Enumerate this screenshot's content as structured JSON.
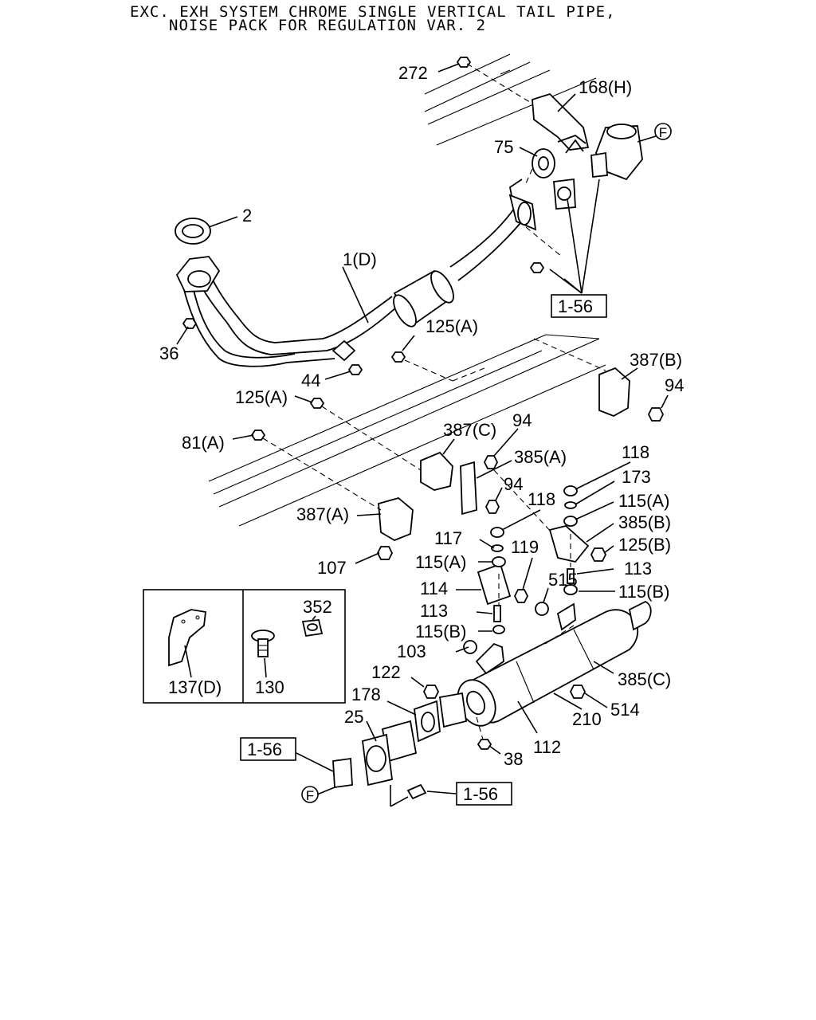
{
  "title": {
    "line1": "EXC. EXH SYSTEM CHROME SINGLE VERTICAL TAIL PIPE,",
    "line2": "NOISE PACK FOR REGULATION VAR. 2"
  },
  "callouts": {
    "c272": "272",
    "c168h": "168(H)",
    "c75": "75",
    "c2": "2",
    "c1d": "1(D)",
    "c36": "36",
    "c44": "44",
    "c125a_1": "125(A)",
    "c125a_2": "125(A)",
    "c81a": "81(A)",
    "c387b": "387(B)",
    "c94_1": "94",
    "c387c": "387(C)",
    "c94_2": "94",
    "c385a": "385(A)",
    "c94_3": "94",
    "c118_1": "118",
    "c173": "173",
    "c118_2": "118",
    "c115a_1": "115(A)",
    "c387a": "387(A)",
    "c385b": "385(B)",
    "c117": "117",
    "c119": "119",
    "c125b": "125(B)",
    "c107": "107",
    "c115a_2": "115(A)",
    "c113_1": "113",
    "c114": "114",
    "c515": "515",
    "c115b_1": "115(B)",
    "c113_2": "113",
    "c115b_2": "115(B)",
    "c103": "103",
    "c385c": "385(C)",
    "c122": "122",
    "c178": "178",
    "c514": "514",
    "c210": "210",
    "c25": "25",
    "c112": "112",
    "c38": "38",
    "c352": "352",
    "c137d": "137(D)",
    "c130": "130"
  },
  "references": {
    "ref1": "1-56",
    "ref2": "1-56",
    "ref3": "1-56"
  },
  "connectors": {
    "f_top": "F",
    "f_bottom": "F"
  }
}
